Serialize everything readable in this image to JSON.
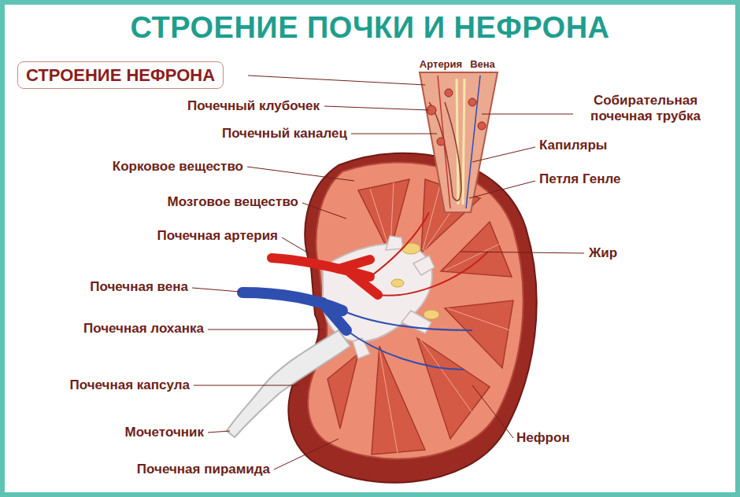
{
  "diagram": {
    "title": "СТРОЕНИЕ ПОЧКИ И НЕФРОНА",
    "nodes": [
      {
        "text": [
          "СТРОЕНИЕ НЕФРОНА"
        ]
      }
    ],
    "labels": [
      "Артерия",
      "Вена",
      "Почечный клубочек",
      "Почечный каналец",
      "Корковое вещество",
      "Мозговое вещество",
      "Почечная артерия",
      "Почечная вена",
      "Почечная лоханка",
      "Почечная капсула",
      "Мочеточник",
      "Почечная пирамида",
      "Собирательная почечная трубка",
      "Капиляры",
      "Петля Генле",
      "Жир",
      "Нефрон"
    ]
  }
}
